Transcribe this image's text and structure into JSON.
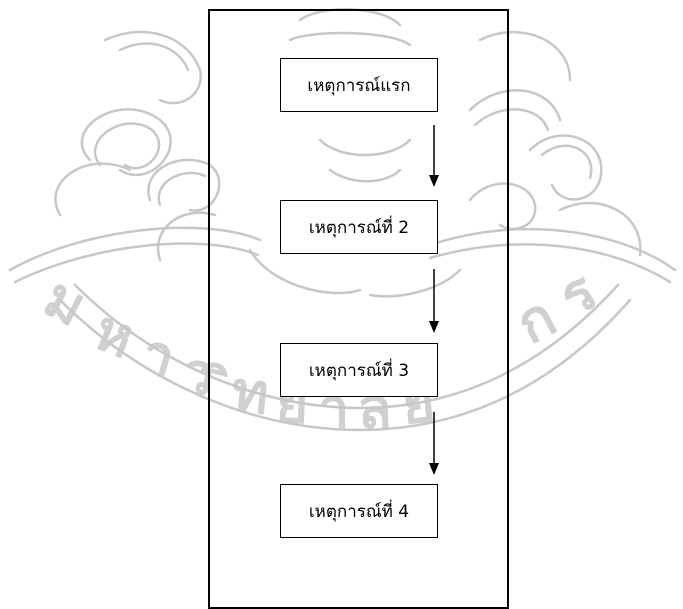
{
  "diagram": {
    "steps": [
      {
        "label": "เหตุการณ์แรก"
      },
      {
        "label": "เหตุการณ์ที่ 2"
      },
      {
        "label": "เหตุการณ์ที่ 3"
      },
      {
        "label": "เหตุการณ์ที่ 4"
      }
    ]
  },
  "watermark": {
    "icon": "university-seal-watermark"
  },
  "colors": {
    "line": "#000000",
    "watermark": "#9b9b9b"
  }
}
